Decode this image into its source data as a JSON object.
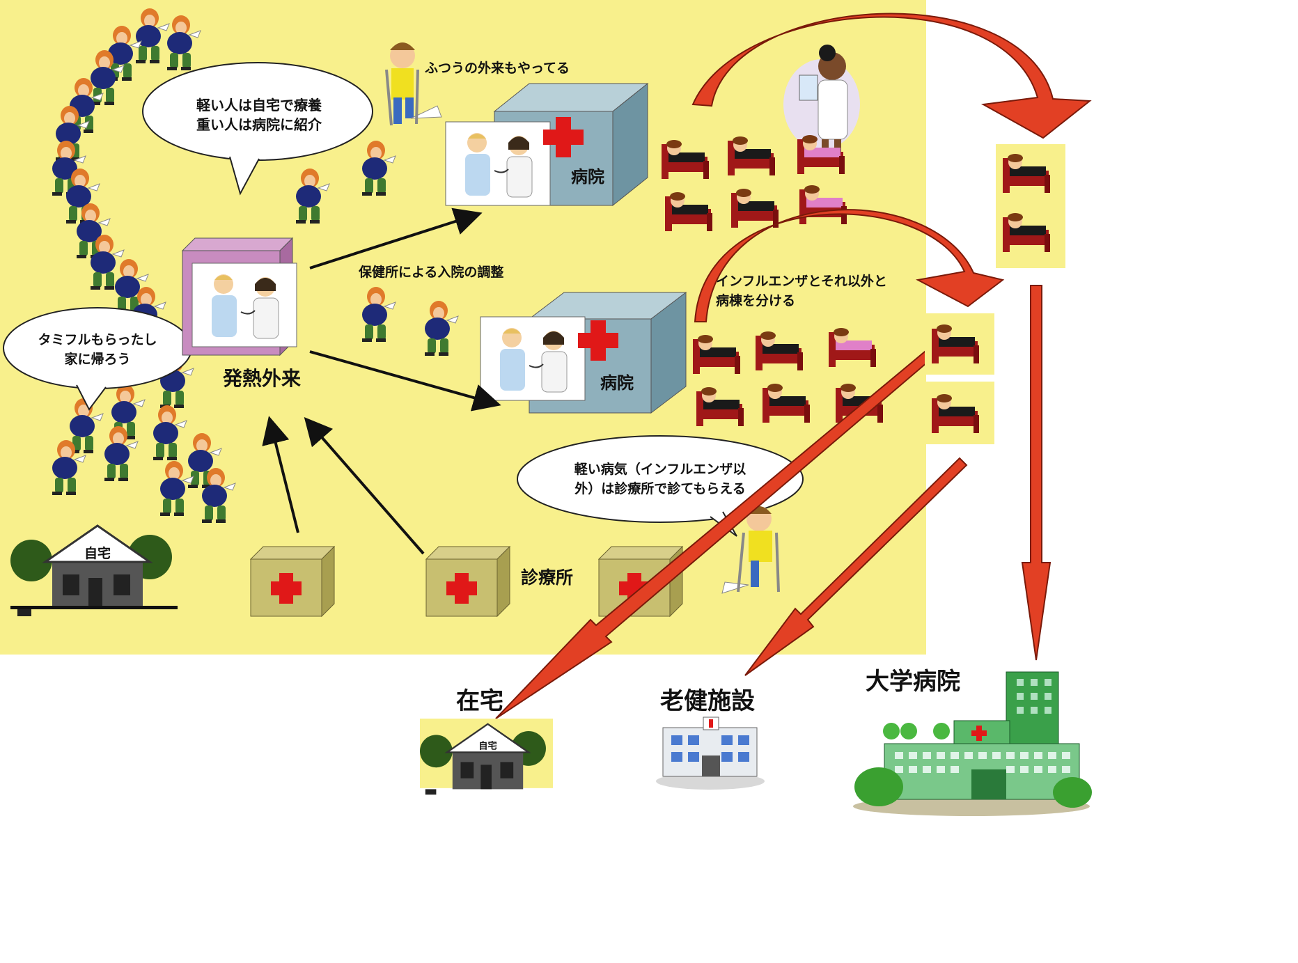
{
  "labels": {
    "speech_home_care": [
      "軽い人は自宅で療養",
      "重い人は病院に紹介"
    ],
    "speech_tamiflu": [
      "タミフルもらったし",
      "家に帰ろう"
    ],
    "normal_outpatient": "ふつうの外来もやってる",
    "hospital_label_1": "病院",
    "hospital_label_2": "病院",
    "admission_coordination": "保健所による入院の調整",
    "separate_wards": [
      "インフルエンザとそれ以外と",
      "病棟を分ける"
    ],
    "fever_outpatient": "発熱外来",
    "speech_clinic": [
      "軽い病気（インフルエンザ以",
      "外）は診療所で診てもらえる"
    ],
    "home_sign": "自宅",
    "clinic": "診療所",
    "dest_home": "在宅",
    "dest_home_sign": "自宅",
    "dest_elderly_facility": "老健施設",
    "dest_university_hospital": "大学病院"
  },
  "colors": {
    "background": "#f8f08c",
    "hospital_box": "#8fb0bc",
    "fever_box": "#c88cc0",
    "red_cross": "#e01818",
    "flow_arrow": "#e24024",
    "patient_coat": "#1e2a78",
    "patient_pants": "#3f7a30",
    "bed_frame": "#a01818"
  }
}
